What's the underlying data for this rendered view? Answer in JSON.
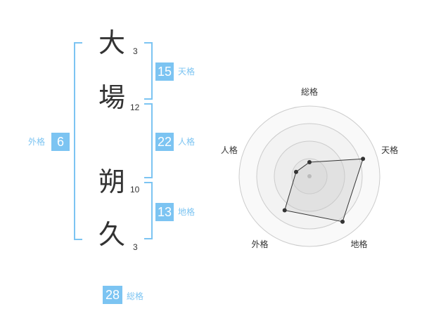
{
  "name_chars": [
    {
      "char": "大",
      "strokes": "3"
    },
    {
      "char": "場",
      "strokes": "12"
    },
    {
      "char": "朔",
      "strokes": "10"
    },
    {
      "char": "久",
      "strokes": "3"
    }
  ],
  "fortunes": {
    "tenkaku": {
      "value": "15",
      "label": "天格"
    },
    "jinkaku": {
      "value": "22",
      "label": "人格"
    },
    "chikaku": {
      "value": "13",
      "label": "地格"
    },
    "gaikaku": {
      "value": "6",
      "label": "外格"
    },
    "soukaku": {
      "value": "28",
      "label": "総格"
    }
  },
  "colors": {
    "accent": "#7cc4f2",
    "text": "#333333",
    "grid": "#cccccc",
    "fill": "#eeeeee"
  },
  "chart_data": {
    "type": "radar",
    "axes": [
      "総格",
      "天格",
      "地格",
      "外格",
      "人格"
    ],
    "values": [
      1,
      4,
      4,
      3,
      1
    ],
    "max": 5,
    "rings": 4
  }
}
